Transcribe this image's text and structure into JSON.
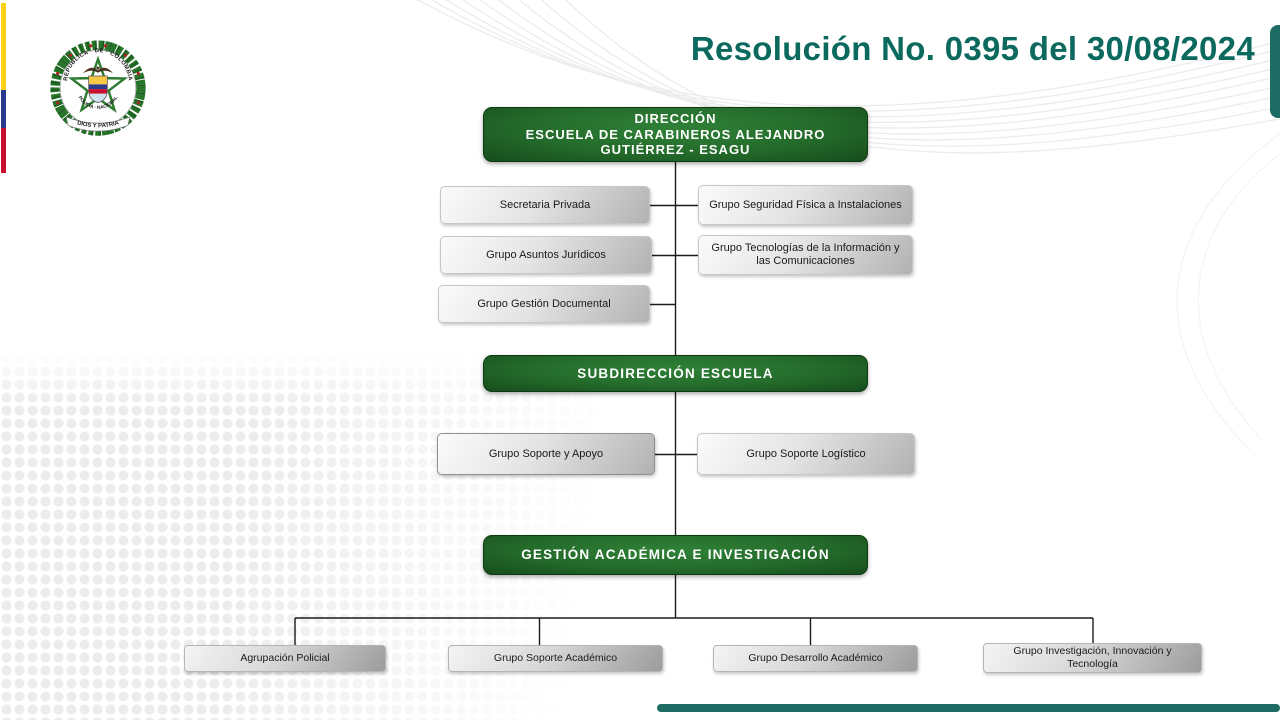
{
  "header": {
    "title": "Resolución No. 0395 del 30/08/2024"
  },
  "logo": {
    "arc_top": "REPÚBLICA · DE · COLOMBIA",
    "arc_bottom": "POLICÍA · NACIONAL",
    "banner": "DIOS Y PATRIA"
  },
  "colors": {
    "accent_teal": "#1d6b63",
    "title_teal": "#0b695e",
    "box_green": "#246b2b",
    "flag_yellow": "#fdd116",
    "flag_blue": "#2a3b8f",
    "flag_red": "#c8102e"
  },
  "org_chart": {
    "direccion": {
      "line1": "DIRECCIÓN",
      "line2": "ESCUELA DE CARABINEROS ALEJANDRO",
      "line3": "GUTIÉRREZ - ESAGU"
    },
    "direccion_units_left": [
      "Secretaria Privada",
      "Grupo Asuntos Jurídicos",
      "Grupo Gestión Documental"
    ],
    "direccion_units_right": [
      "Grupo Seguridad Física a Instalaciones",
      "Grupo Tecnologías de la Información y las Comunicaciones"
    ],
    "subdireccion": {
      "label": "SUBDIRECCIÓN ESCUELA"
    },
    "subdireccion_units": [
      "Grupo Soporte y Apoyo",
      "Grupo Soporte Logístico"
    ],
    "gestion_academica": {
      "label": "GESTIÓN ACADÉMICA E INVESTIGACIÓN"
    },
    "gestion_academica_units": [
      "Agrupación Policial",
      "Grupo Soporte Académico",
      "Grupo Desarrollo Académico",
      "Grupo Investigación, Innovación y Tecnología"
    ]
  }
}
